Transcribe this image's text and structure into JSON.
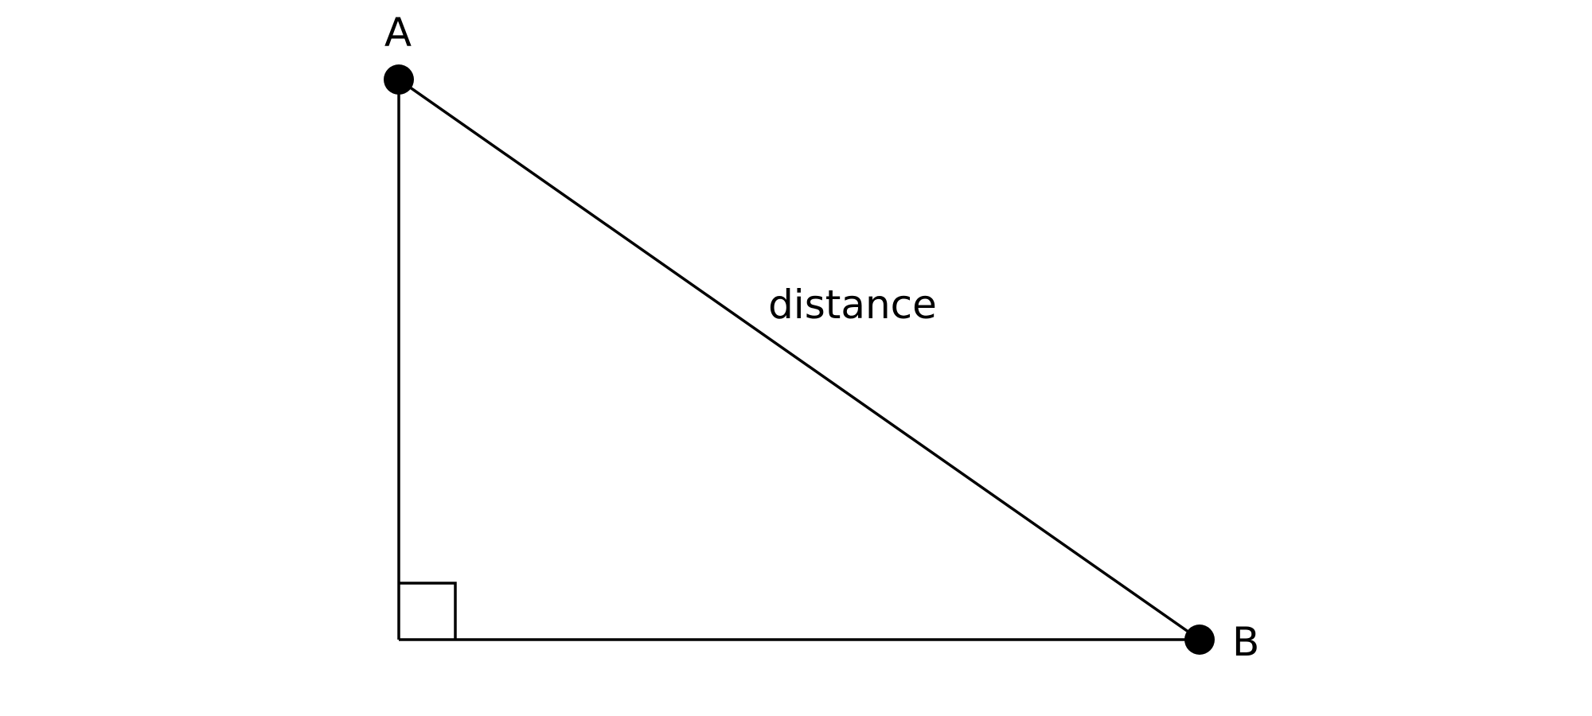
{
  "diagram": {
    "point_a_label": "A",
    "point_b_label": "B",
    "hypotenuse_label": "distance"
  },
  "colors": {
    "stroke": "#000000",
    "background": "#ffffff"
  }
}
